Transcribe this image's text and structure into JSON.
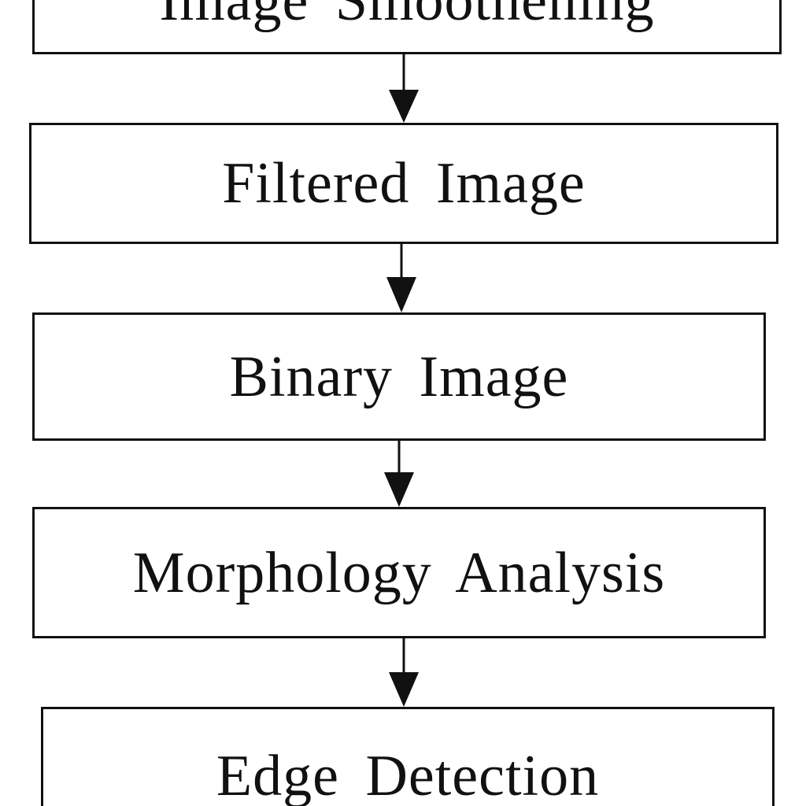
{
  "diagram": {
    "steps": [
      "Image Smoothening",
      "Filtered Image",
      "Binary Image",
      "Morphology Analysis",
      "Edge Detection"
    ]
  },
  "colors": {
    "stroke": "#111111",
    "background": "#ffffff"
  }
}
